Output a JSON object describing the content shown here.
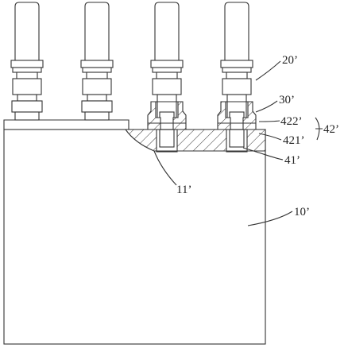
{
  "labels": {
    "l20": "20’",
    "l30": "30’",
    "l422": "422’",
    "l42": "42’",
    "l421": "421’",
    "l41": "41’",
    "l11": "11’",
    "l10": "10’"
  }
}
